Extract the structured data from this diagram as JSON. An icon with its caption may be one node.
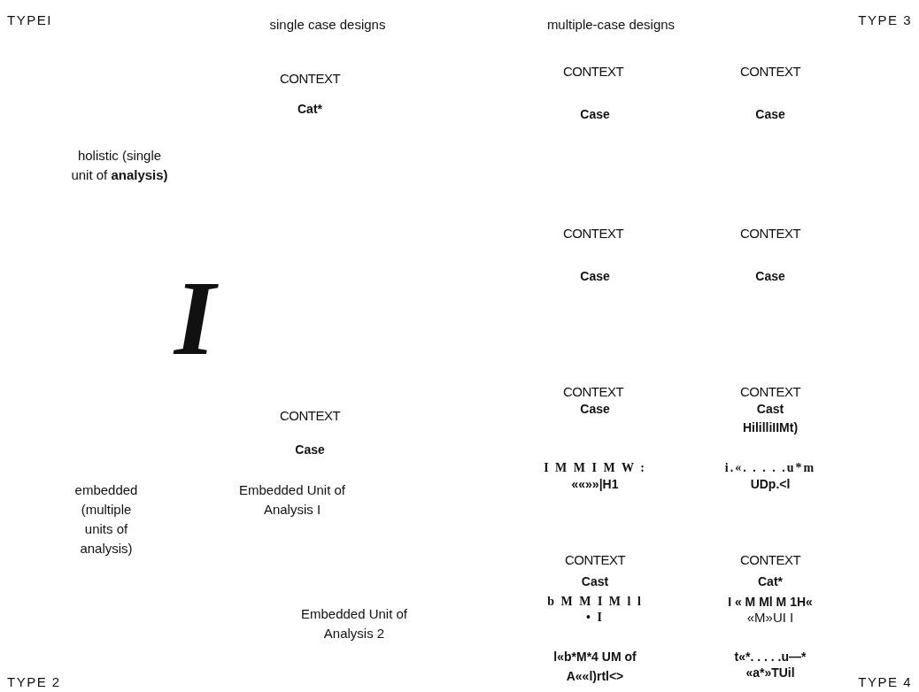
{
  "diagram": {
    "labels": [
      "TYPEI",
      "single case designs",
      "multiple-case designs",
      "TYPE 3",
      "CONTEXT",
      "CONTEXT",
      "CONTEXT",
      "Cat*",
      "Case",
      "Case",
      "holistic (single unit of **analysis)**",
      "CONTEXT",
      "CONTEXT",
      "Case",
      "Case",
      "I",
      "CONTEXT",
      "CONTEXT",
      "Case",
      "Cast",
      "CONTEXT",
      "HililliIIMt)",
      "Case",
      "I M M I M W  :",
      "i.«. . . . .u*m",
      "««»»|H1",
      "UDp.<l",
      "embedded (multiple units of analysis)",
      "Embedded Unit of Analysis I",
      "CONTEXT",
      "CONTEXT",
      "Cast",
      "Cat*",
      "b M M I M l l",
      "I « M Ml M 1H«",
      "• I",
      "«M»UI I",
      "Embedded Unit of Analysis 2",
      "l«b*M*4 UM of A««l)rtl<>",
      "t«*. . . . .u—*",
      "«a*»TUil",
      "TYPE 2",
      "TYPE 4"
    ]
  }
}
